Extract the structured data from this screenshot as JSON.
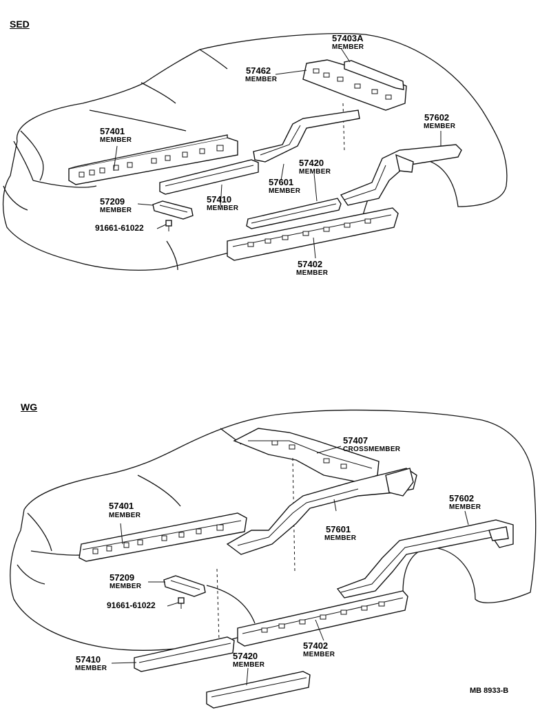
{
  "sections": {
    "sed": "SED",
    "wg": "WG"
  },
  "sed_parts": {
    "p57403a": {
      "number": "57403A",
      "name": "MEMBER"
    },
    "p57462": {
      "number": "57462",
      "name": "MEMBER"
    },
    "p57401": {
      "number": "57401",
      "name": "MEMBER"
    },
    "p57602": {
      "number": "57602",
      "name": "MEMBER"
    },
    "p57420": {
      "number": "57420",
      "name": "MEMBER"
    },
    "p57601": {
      "number": "57601",
      "name": "MEMBER"
    },
    "p57209": {
      "number": "57209",
      "name": "MEMBER"
    },
    "p57410": {
      "number": "57410",
      "name": "MEMBER"
    },
    "p91661": {
      "number": "91661-61022"
    },
    "p57402": {
      "number": "57402",
      "name": "MEMBER"
    }
  },
  "wg_parts": {
    "p57407": {
      "number": "57407",
      "name": "CROSSMEMBER"
    },
    "p57401": {
      "number": "57401",
      "name": "MEMBER"
    },
    "p57601": {
      "number": "57601",
      "name": "MEMBER"
    },
    "p57602": {
      "number": "57602",
      "name": "MEMBER"
    },
    "p57209": {
      "number": "57209",
      "name": "MEMBER"
    },
    "p91661": {
      "number": "91661-61022"
    },
    "p57402": {
      "number": "57402",
      "name": "MEMBER"
    },
    "p57410": {
      "number": "57410",
      "name": "MEMBER"
    },
    "p57420": {
      "number": "57420",
      "name": "MEMBER"
    }
  },
  "footer": {
    "code": "MB  8933-B"
  }
}
